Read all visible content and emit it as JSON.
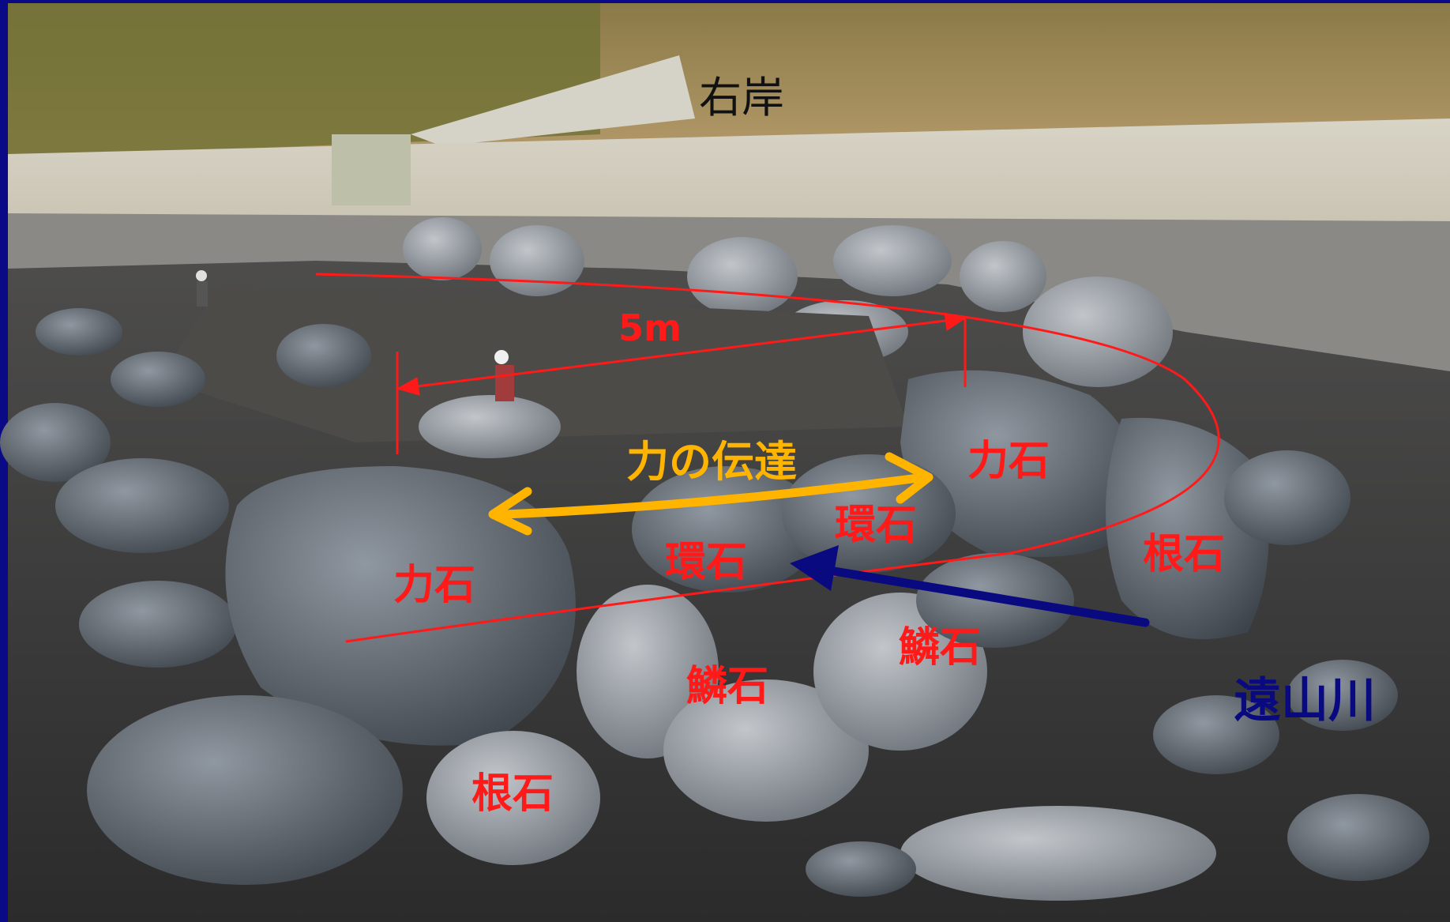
{
  "labels": {
    "right_bank": "右岸",
    "distance": "5m",
    "force_transmission": "力の伝達",
    "chikara_ishi": "力石",
    "kan_ishi": "環石",
    "ne_ishi": "根石",
    "uroko_ishi": "鱗石",
    "river": "遠山川"
  },
  "colors": {
    "frame": "#0a0a86",
    "annotation_red": "#ff1a1a",
    "force_arrow": "#ffb400",
    "flow_arrow": "#0a0a80",
    "label_black": "#111111"
  },
  "icons": {
    "dimension_arrow": "double-headed-arrow",
    "force_arrow": "double-headed-arrow",
    "flow_arrow": "single-headed-arrow"
  }
}
